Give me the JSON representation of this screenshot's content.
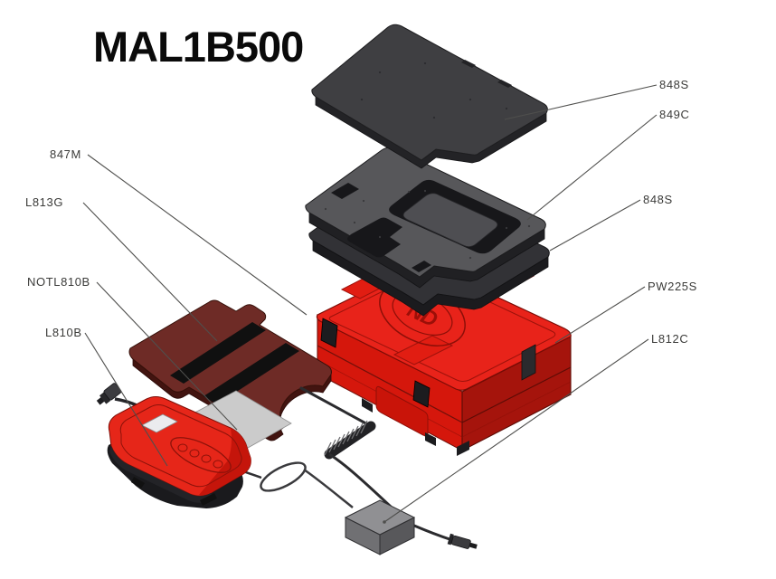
{
  "title": "MAL1B500",
  "parts": [
    {
      "id": "lid-foam-top",
      "label": "848S"
    },
    {
      "id": "foam-tray",
      "label": "849C"
    },
    {
      "id": "foam-sheet-lower",
      "label": "848S"
    },
    {
      "id": "carry-case",
      "label": "PW225S"
    },
    {
      "id": "power-adapter",
      "label": "L812C"
    },
    {
      "id": "mat",
      "label": "847M"
    },
    {
      "id": "gasket-part",
      "label": "L813G"
    },
    {
      "id": "notice-sheet",
      "label": "NOTL810B"
    },
    {
      "id": "charger-unit",
      "label": "L810B"
    }
  ],
  "case_logo_monogram": "ND",
  "colors": {
    "case_red": "#e8231a",
    "case_red_dark": "#a5140c",
    "foam_dark": "#3f3f42",
    "foam_mid": "#57575a",
    "mat_maroon": "#6e2b26",
    "sheet_gray": "#cbcbcb",
    "adapter_gray": "#909093",
    "leader_line": "#4f4f4d",
    "label_text": "#3b3b39"
  }
}
